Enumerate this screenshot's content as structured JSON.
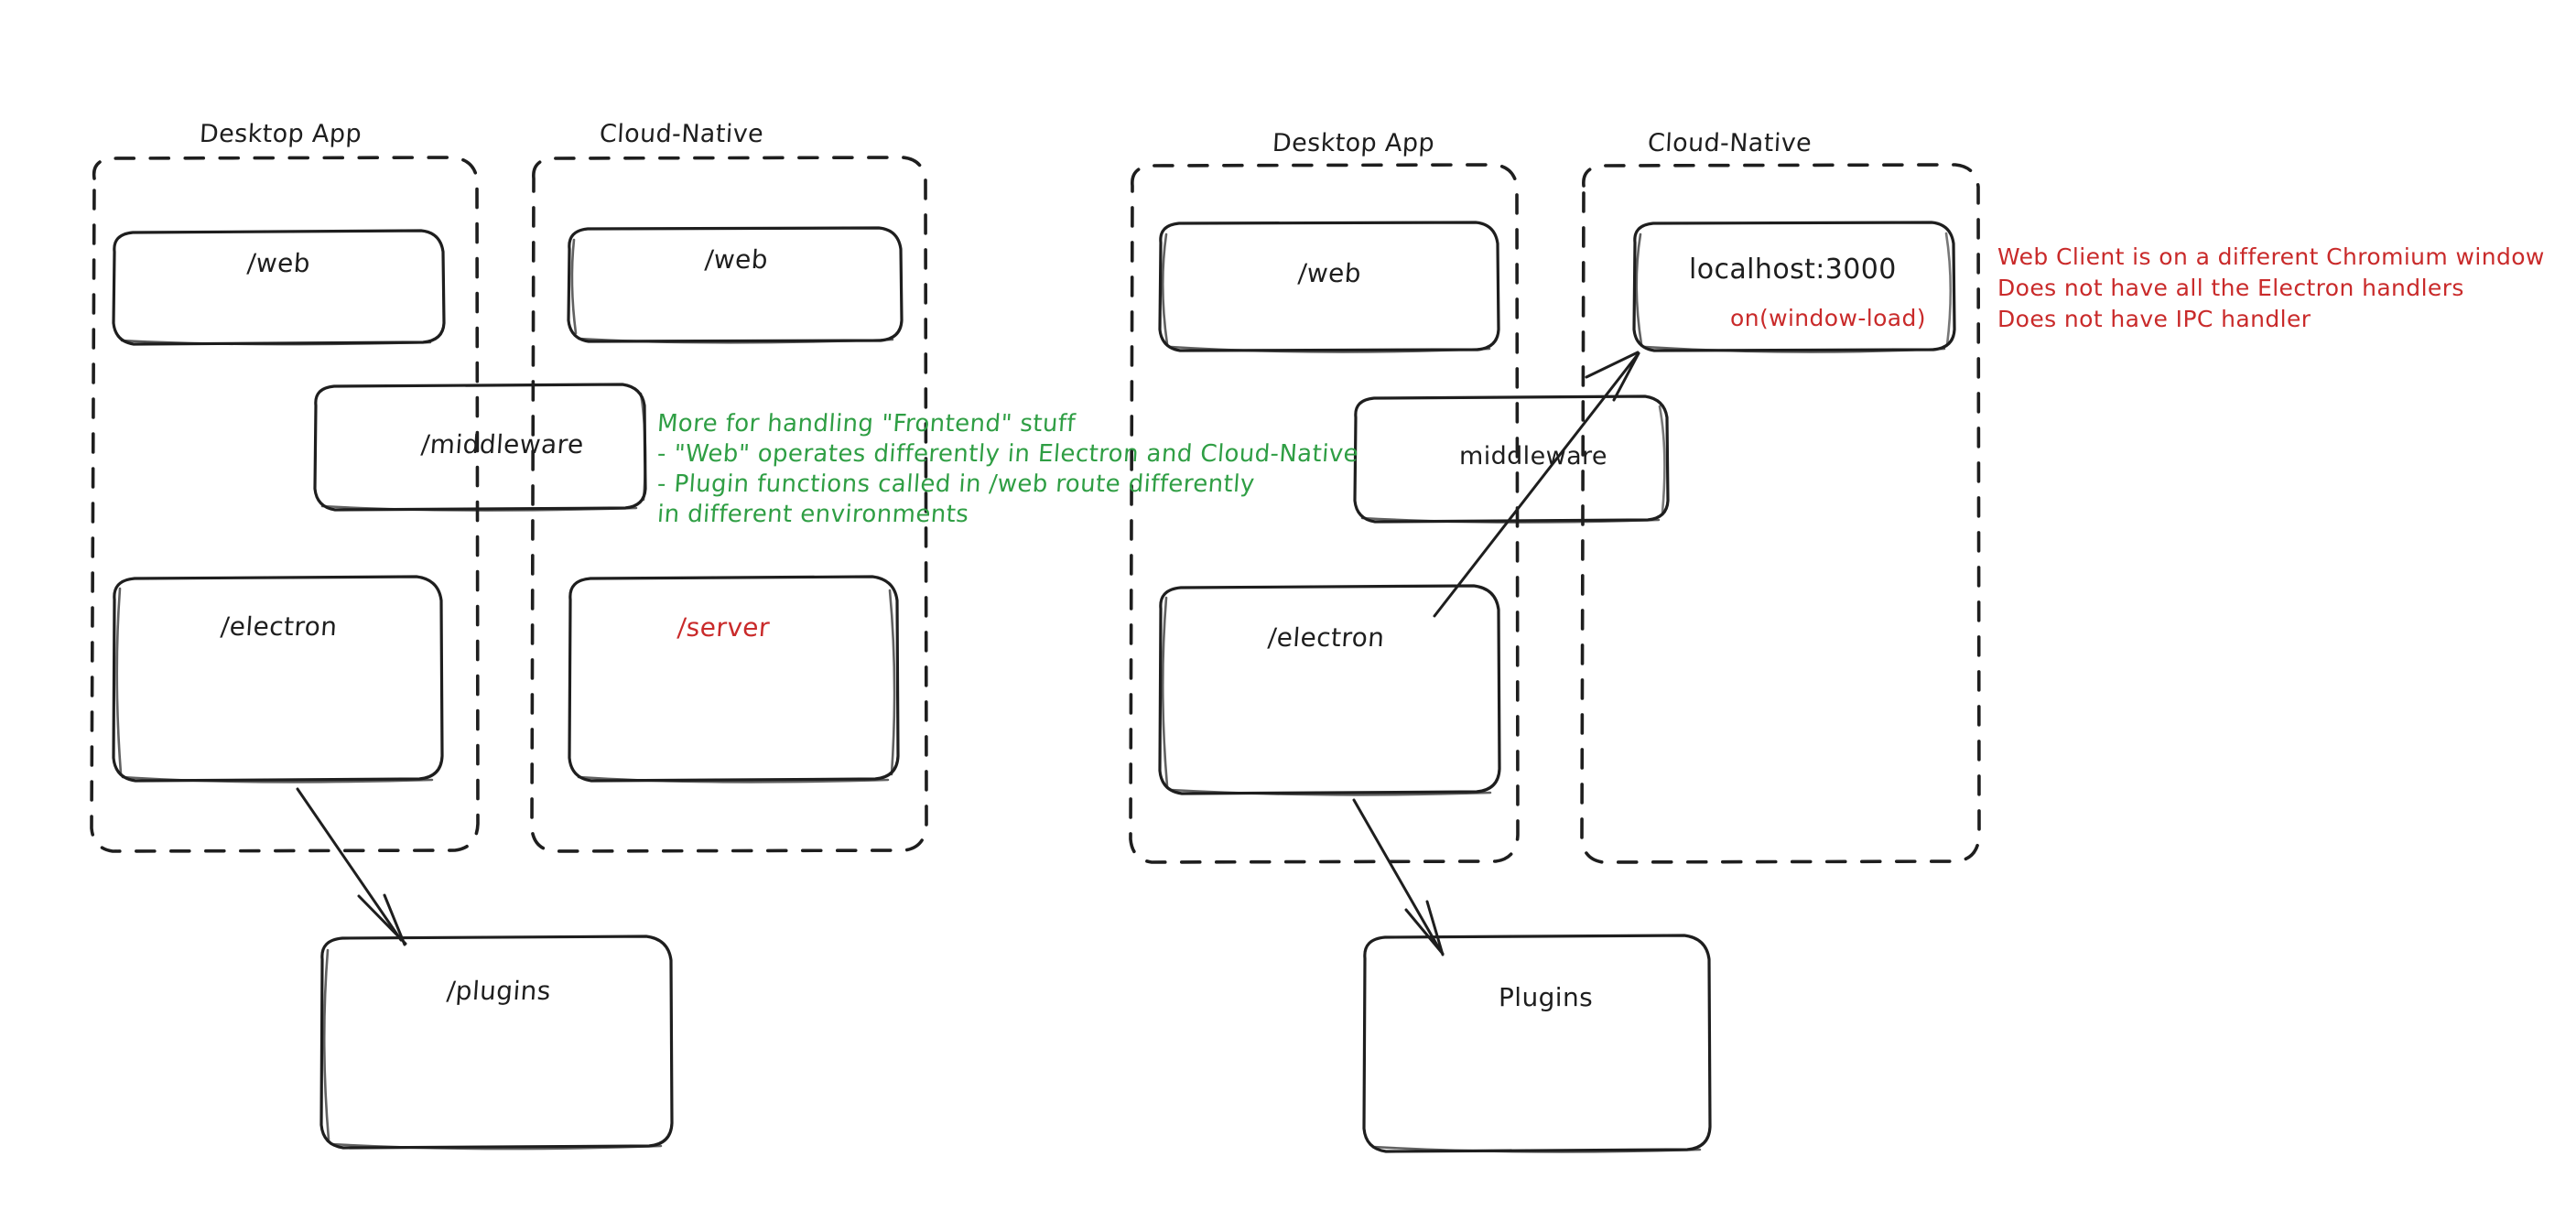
{
  "canvas": {
    "background": "#ffffff",
    "stroke_color": "#1e1e1e",
    "green_accent": "#2f9e44",
    "red_accent": "#c92a2a"
  },
  "left_diagram": {
    "groups": [
      {
        "title": "Desktop App"
      },
      {
        "title": "Cloud-Native"
      }
    ],
    "nodes": [
      {
        "label": "/web"
      },
      {
        "label": "/web"
      },
      {
        "label": "/middleware"
      },
      {
        "label": "/electron"
      },
      {
        "label": "/server"
      },
      {
        "label": "/plugins"
      }
    ]
  },
  "right_diagram": {
    "groups": [
      {
        "title": "Desktop App"
      },
      {
        "title": "Cloud-Native"
      }
    ],
    "nodes": [
      {
        "label": "/web"
      },
      {
        "label": "localhost:3000",
        "sub_label": "on(window-load)"
      },
      {
        "label": "middleware"
      },
      {
        "label": "/electron"
      },
      {
        "label": "Plugins"
      }
    ]
  },
  "annotations": {
    "green_note": {
      "lines": [
        "More for handling \"Frontend\" stuff",
        "- \"Web\" operates differently in Electron and Cloud-Native",
        "- Plugin functions called in /web route differently",
        "in different environments"
      ]
    },
    "red_note": {
      "lines": [
        "Web Client is on a different Chromium window",
        "Does not have all the Electron handlers",
        "Does not have IPC handler"
      ]
    }
  }
}
